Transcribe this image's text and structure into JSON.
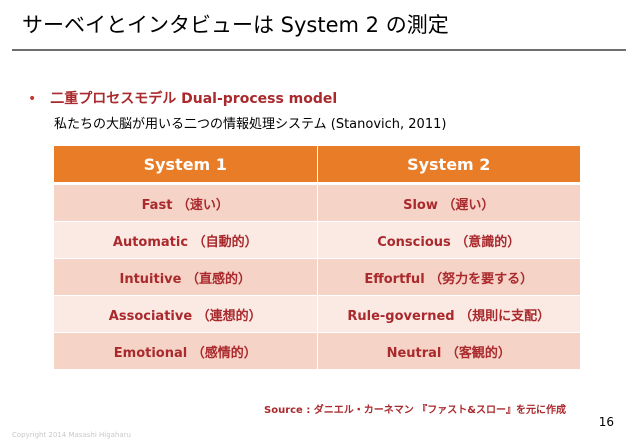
{
  "slide": {
    "title": "サーベイとインタビューは System 2 の測定",
    "bullet_marker": "•",
    "bullet": "二重プロセスモデル Dual-process model",
    "subtext": "私たちの大脳が用いる二つの情報処理システム (Stanovich, 2011)"
  },
  "table": {
    "headers": [
      "System 1",
      "System 2"
    ],
    "rows": [
      [
        "Fast （速い）",
        "Slow （遅い）"
      ],
      [
        "Automatic （自動的）",
        "Conscious （意識的）"
      ],
      [
        "Intuitive （直感的）",
        "Effortful （努力を要する）"
      ],
      [
        "Associative （連想的）",
        "Rule-governed （規則に支配）"
      ],
      [
        "Emotional （感情的）",
        "Neutral （客観的）"
      ]
    ]
  },
  "footer": {
    "source": "Source : ダニエル・カーネマン 『ファスト&スロー』を元に作成",
    "page_number": "16",
    "copyright": "Copyright 2014 Masashi Higaharu"
  },
  "colors": {
    "header_bg": "#e97c26",
    "row_dark": "#f6d3c7",
    "row_light": "#fbeae4",
    "accent_text": "#a9292d"
  }
}
